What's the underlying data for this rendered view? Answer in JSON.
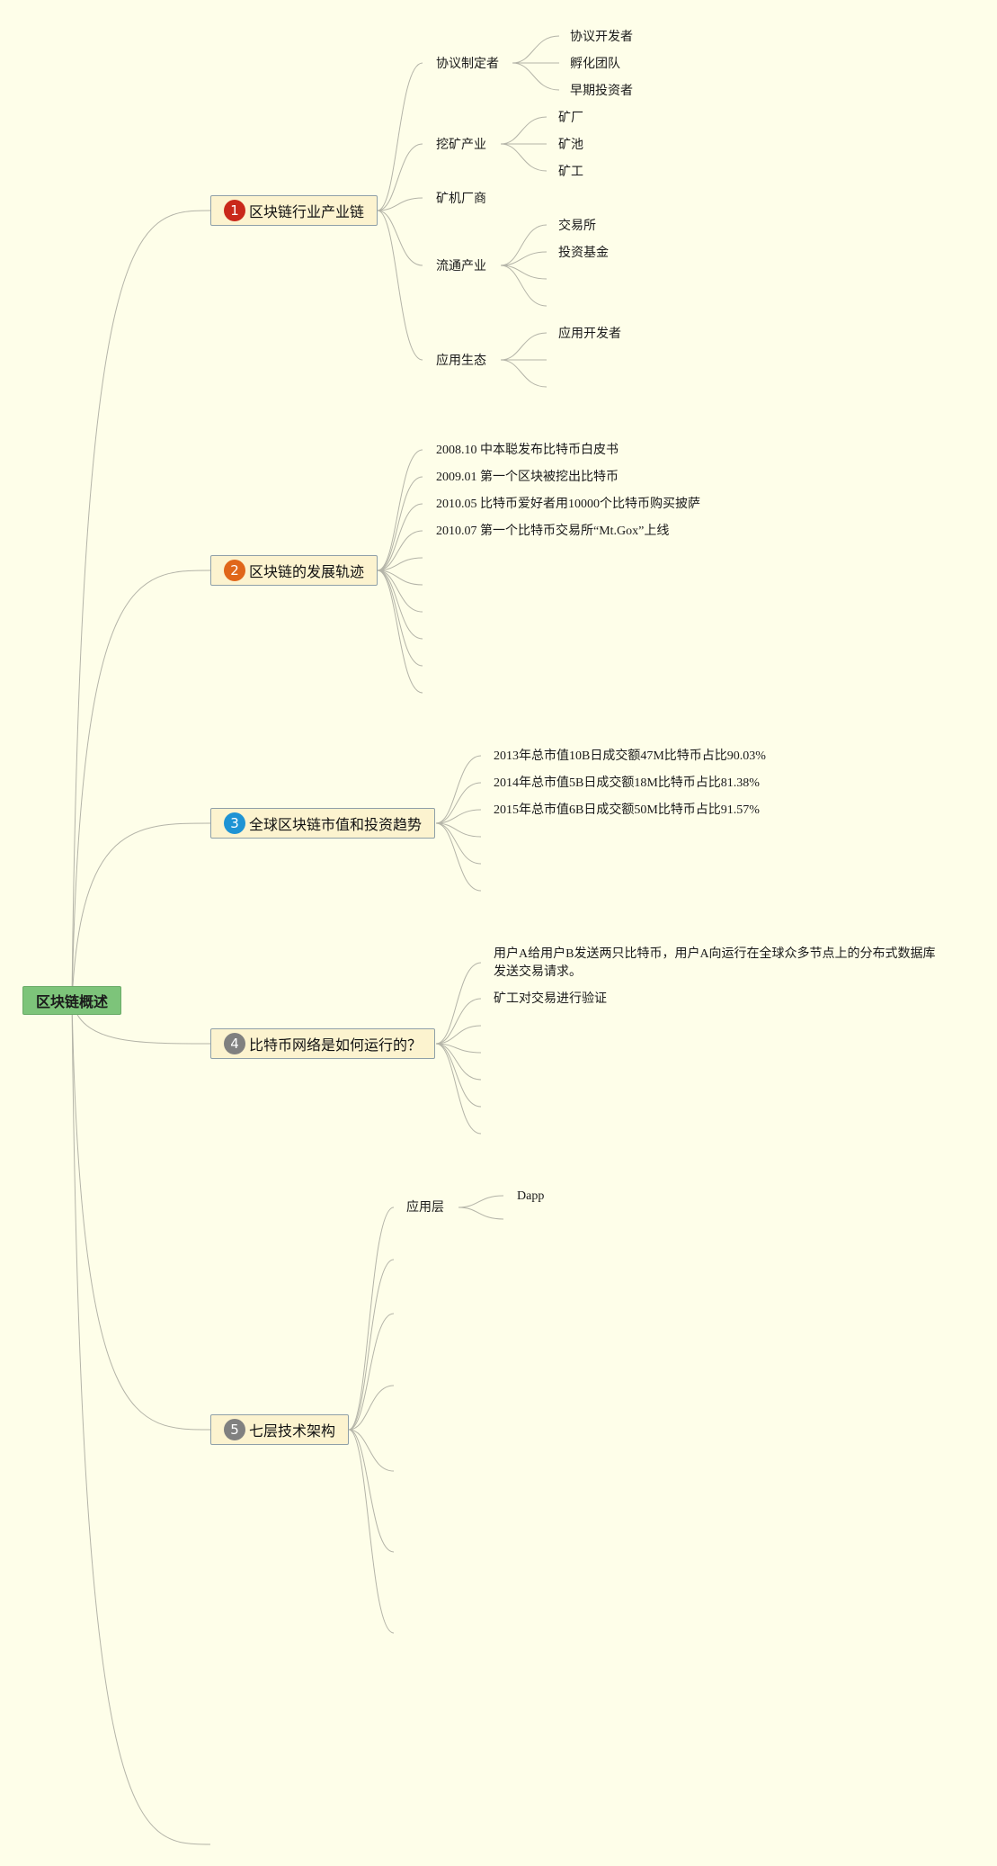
{
  "root": {
    "label": "区块链概述"
  },
  "branches": [
    {
      "marker": "1",
      "color": "#c9281a",
      "label": "区块链行业产业链"
    },
    {
      "marker": "2",
      "color": "#e0661a",
      "label": "区块链的发展轨迹"
    },
    {
      "marker": "3",
      "color": "#1e93d4",
      "label": "全球区块链市值和投资趋势"
    },
    {
      "marker": "4",
      "color": "#808080",
      "label": "比特币网络是如何运行的？"
    },
    {
      "marker": "5",
      "color": "#808080",
      "label": "七层技术架构"
    }
  ],
  "b1": {
    "c1": "协议制定者",
    "c1_children": [
      "协议开发者",
      "孵化团队",
      "早期投资者"
    ],
    "c2": "挖矿产业",
    "c2_children": [
      "矿厂",
      "矿池",
      "矿工"
    ],
    "c3": "矿机厂商",
    "c4": "流通产业",
    "c4_children": [
      "交易所",
      "投资基金"
    ],
    "c5": "应用生态",
    "c5_children": [
      "应用开发者"
    ]
  },
  "b2": {
    "items": [
      "2008.10 中本聪发布比特币白皮书",
      "2009.01 第一个区块被挖出比特币",
      "2010.05 比特币爱好者用10000个比特币购买披萨",
      "2010.07 第一个比特币交易所“Mt.Gox”上线"
    ]
  },
  "b3": {
    "items": [
      "2013年总市值10B日成交额47M比特币占比90.03%",
      "2014年总市值5B日成交额18M比特币占比81.38%",
      "2015年总市值6B日成交额50M比特币占比91.57%"
    ]
  },
  "b4": {
    "items": [
      "用户A给用户B发送两只比特币，用户A向运行在全球众多节点上的分布式数据库发送交易请求。",
      "矿工对交易进行验证"
    ]
  },
  "b5": {
    "c1": "应用层",
    "c1_children": [
      "Dapp"
    ]
  },
  "colors": {
    "background": "#fefee9",
    "link": "#b4b4a8",
    "root_fill": "#7dc47a",
    "branch_fill": "#fcf3cf"
  }
}
